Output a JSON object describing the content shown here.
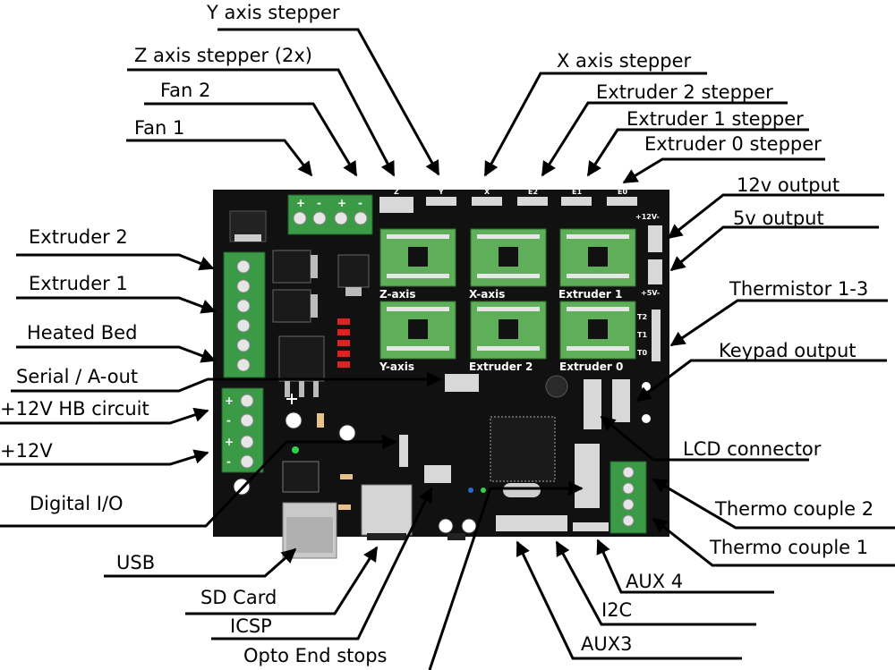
{
  "labels": {
    "y_axis_stepper": "Y axis stepper",
    "z_axis_stepper": "Z axis stepper (2x)",
    "fan_2": "Fan 2",
    "fan_1": "Fan 1",
    "x_axis_stepper": "X axis stepper",
    "extruder_2_stepper": "Extruder 2 stepper",
    "extruder_1_stepper": "Extruder 1 stepper",
    "extruder_0_stepper": "Extruder 0 stepper",
    "output_12v": "12v output",
    "output_5v": "5v output",
    "thermistor": "Thermistor 1-3",
    "keypad_output": "Keypad output",
    "extruder_2": "Extruder 2",
    "extruder_1": "Extruder 1",
    "heated_bed": "Heated Bed",
    "serial_aout": "Serial / A-out",
    "hb_circuit": "+12V HB circuit",
    "plus_12v": "+12V",
    "lcd_connector": "LCD connector",
    "digital_io": "Digital I/O",
    "thermo_couple_2": "Thermo couple 2",
    "thermo_couple_1": "Thermo couple 1",
    "usb": "USB",
    "aux4": "AUX 4",
    "sd_card": "SD Card",
    "i2c": "I2C",
    "icsp": "ICSP",
    "aux3": "AUX3",
    "opto_end_stops": "Opto End stops"
  },
  "board": {
    "drivers": {
      "z_axis": "Z-axis",
      "x_axis": "X-axis",
      "extruder_1": "Extruder 1",
      "y_axis": "Y-axis",
      "extruder_2": "Extruder 2",
      "extruder_0": "Extruder 0"
    },
    "header_marks": {
      "z": "Z",
      "y": "Y",
      "x": "X",
      "e2": "E2",
      "e1": "E1",
      "e0": "E0",
      "plus12v": "+12V-",
      "plus5v": "+5V-",
      "t2": "T2",
      "t1": "T1",
      "t0": "T0"
    },
    "polarity": {
      "fan_plus": "+",
      "fan_minus": "-",
      "pwr_plus": "+",
      "pwr_minus": "-"
    }
  },
  "colors": {
    "board": "#111111",
    "terminal": "#3b9a45",
    "driver_pcb": "#5fae5a",
    "header": "#d8d8d8"
  }
}
